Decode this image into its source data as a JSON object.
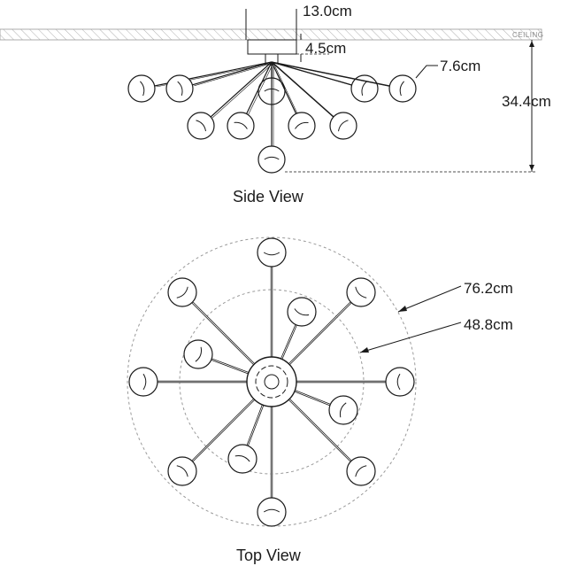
{
  "side_view": {
    "caption": "Side View",
    "ceiling_label": "CEILING",
    "dims": {
      "canopy_width": "13.0cm",
      "canopy_height": "4.5cm",
      "globe_diameter": "7.6cm",
      "overall_height": "34.4cm"
    }
  },
  "top_view": {
    "caption": "Top View",
    "dims": {
      "outer_diameter": "76.2cm",
      "inner_diameter": "48.8cm"
    }
  },
  "colors": {
    "line": "#1a1a1a",
    "hatch": "#9a9a9a",
    "dashed": "#9a9a9a"
  }
}
